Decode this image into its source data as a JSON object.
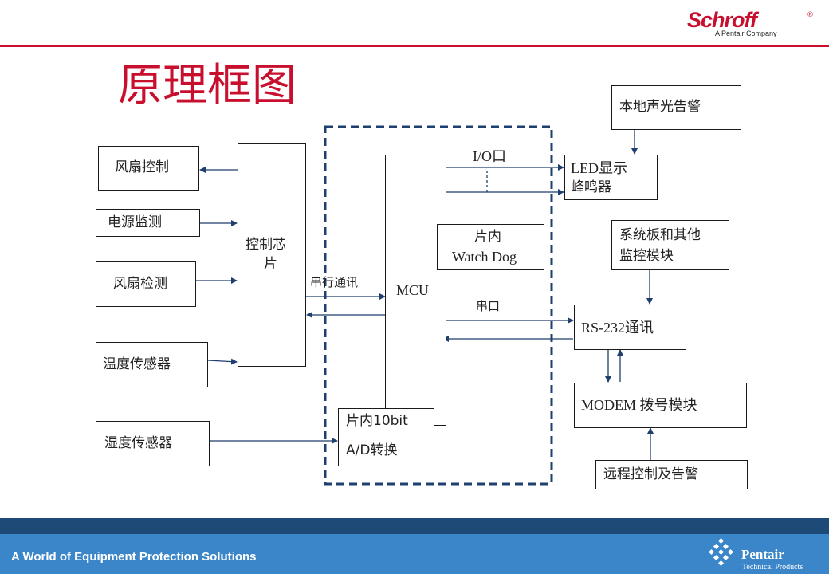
{
  "header": {
    "brand": "Schroff",
    "brand_mark": "®",
    "brand_sub": "A Pentair Company",
    "title": "原理框图"
  },
  "diagram": {
    "fan_control": "风扇控制",
    "power_monitor": "电源监测",
    "fan_detect": "风扇检测",
    "temp_sensor": "温度传感器",
    "humidity_sensor": "湿度传感器",
    "control_chip_line1": "控制芯",
    "control_chip_line2": "片",
    "serial_comm_label": "串行通讯",
    "mcu": "MCU",
    "watchdog_line1": "片内",
    "watchdog_line2": "Watch Dog",
    "adc_line1": "片内10bit",
    "adc_line2": "A/D转换",
    "io_port_label": "I/O口",
    "serial_port_label": "串口",
    "local_alarm": "本地声光告警",
    "led_line1": "LED显示",
    "led_line2": "峰鸣器",
    "sysboard_line1": "系统板和其他",
    "sysboard_line2": "监控模块",
    "rs232": "RS-232通讯",
    "modem": "MODEM 拨号模块",
    "remote": "远程控制及告警"
  },
  "footer": {
    "slogan": "A World of Equipment Protection Solutions",
    "company": "Pentair",
    "company_sub": "Technical Products"
  },
  "colors": {
    "brand_red": "#c8102e",
    "footer_dark": "#1e4a78",
    "footer_blue": "#3a86c8",
    "arrow_blue": "#1f3f6e"
  }
}
